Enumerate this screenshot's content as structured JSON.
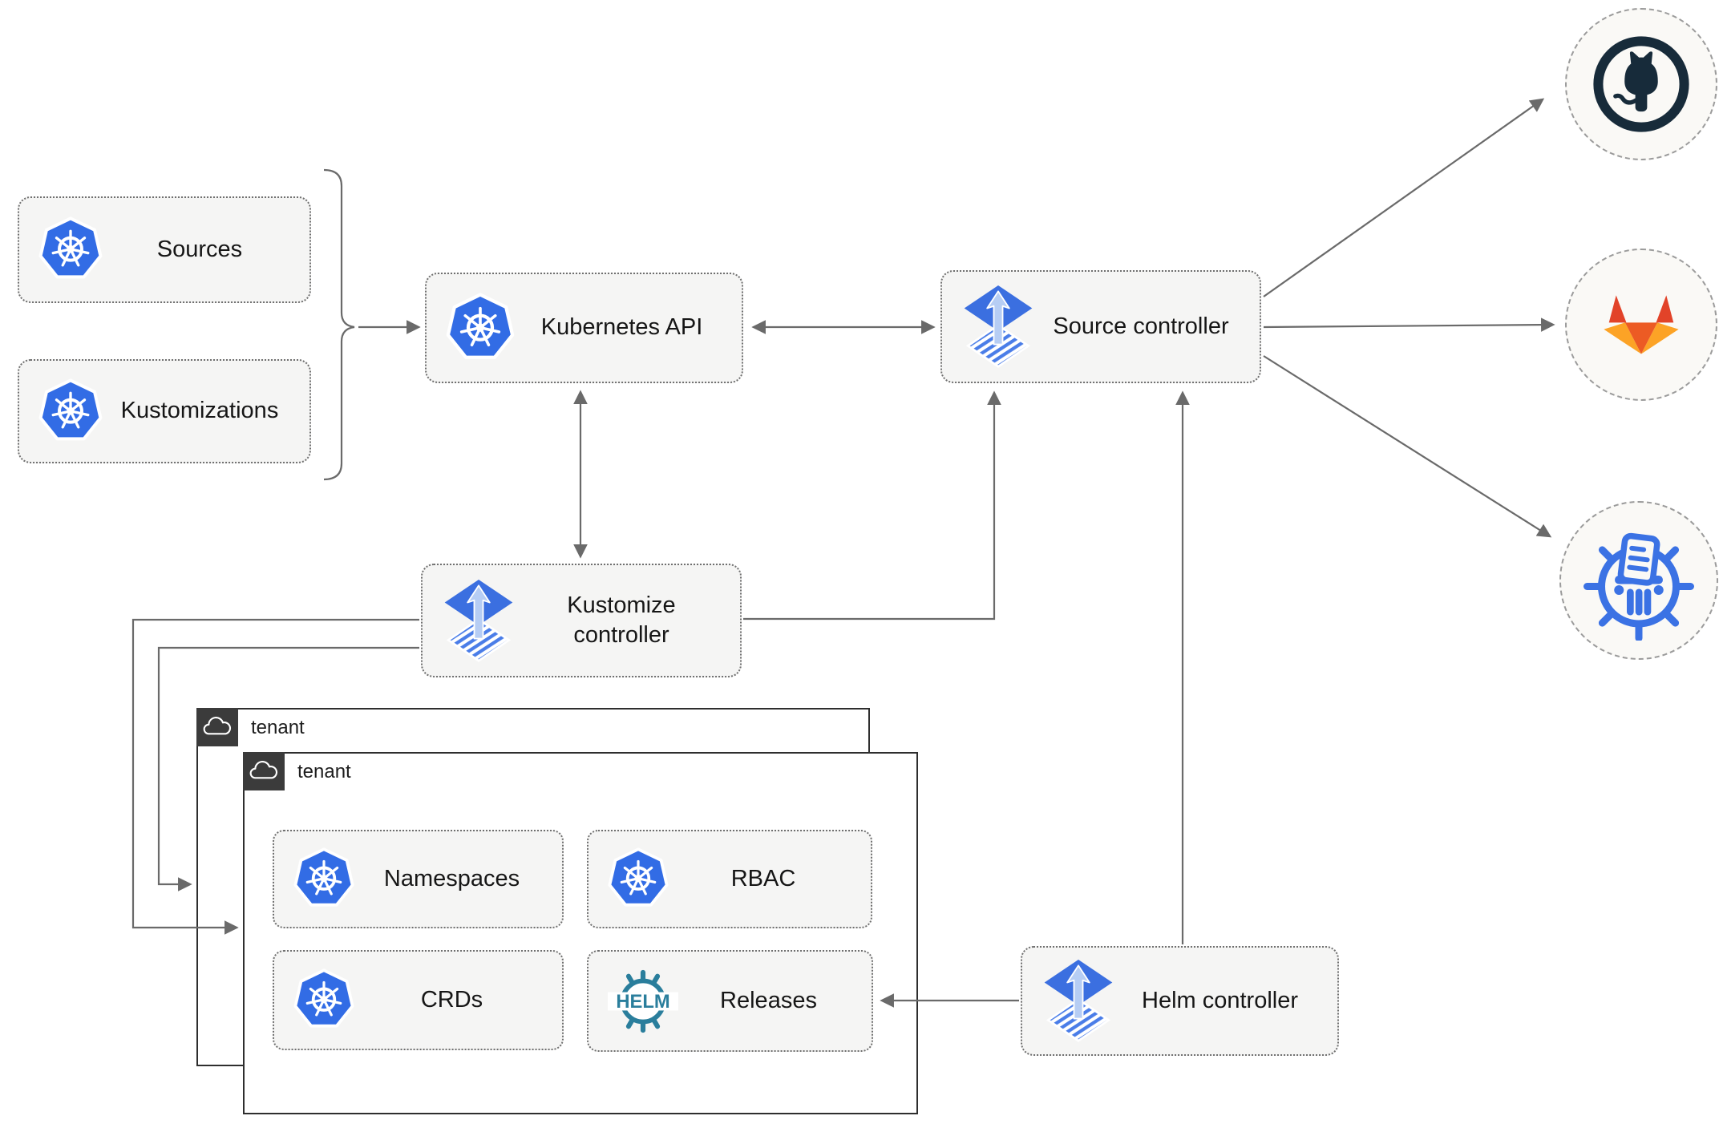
{
  "nodes": {
    "sources": "Sources",
    "kustomizations": "Kustomizations",
    "kubernetes_api": "Kubernetes API",
    "source_controller": "Source controller",
    "kustomize_controller": "Kustomize controller",
    "helm_controller": "Helm controller",
    "namespaces": "Namespaces",
    "rbac": "RBAC",
    "crds": "CRDs",
    "releases": "Releases"
  },
  "tenants": {
    "outer": "tenant",
    "inner": "tenant"
  },
  "logos": {
    "helm_wordmark": "HELM"
  },
  "external_targets": [
    {
      "name": "github",
      "icon": "github-octocat-icon"
    },
    {
      "name": "gitlab",
      "icon": "gitlab-tanuki-icon"
    },
    {
      "name": "chart-registry",
      "icon": "chart-registry-museum-icon"
    }
  ],
  "colors": {
    "kubernetes_blue": "#326ce5",
    "flux_blue": "#3b6fe0",
    "flux_arrow_light": "#b6cdf4",
    "helm_teal": "#2a7e9c",
    "github_dark": "#172b3a",
    "gitlab_red": "#e24329",
    "gitlab_orange": "#ec5b24",
    "gitlab_yellow": "#fca326",
    "registry_blue": "#3b72e4",
    "node_background": "#f5f5f4",
    "wire_gray": "#6a6a6a",
    "tenant_badge_dark": "#3b3b3b"
  }
}
